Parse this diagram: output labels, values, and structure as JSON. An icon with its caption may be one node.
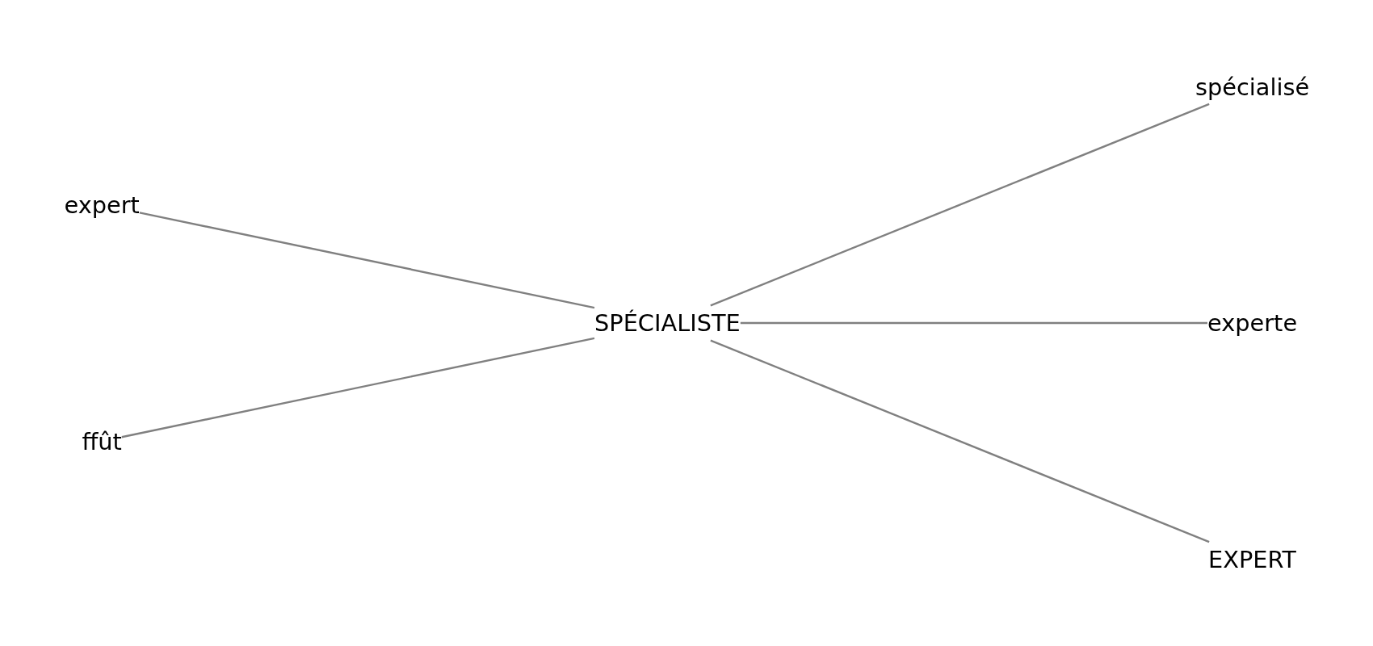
{
  "diagram": {
    "nodes": [
      {
        "text": [
          "spécialisé"
        ]
      },
      {
        "text": [
          "expert"
        ]
      },
      {
        "text": [
          "experte"
        ]
      },
      {
        "text": [
          "SPÉCIALISTE"
        ]
      },
      {
        "text": [
          "ffût"
        ]
      },
      {
        "text": [
          "EXPERT"
        ]
      }
    ],
    "edges": [
      {
        "from": 1,
        "to": 3,
        "arrow": "none"
      },
      {
        "from": 4,
        "to": 3,
        "arrow": "none"
      },
      {
        "from": 3,
        "to": 0,
        "arrow": "none"
      },
      {
        "from": 3,
        "to": 2,
        "arrow": "none"
      },
      {
        "from": 3,
        "to": 5,
        "arrow": "none"
      }
    ]
  }
}
